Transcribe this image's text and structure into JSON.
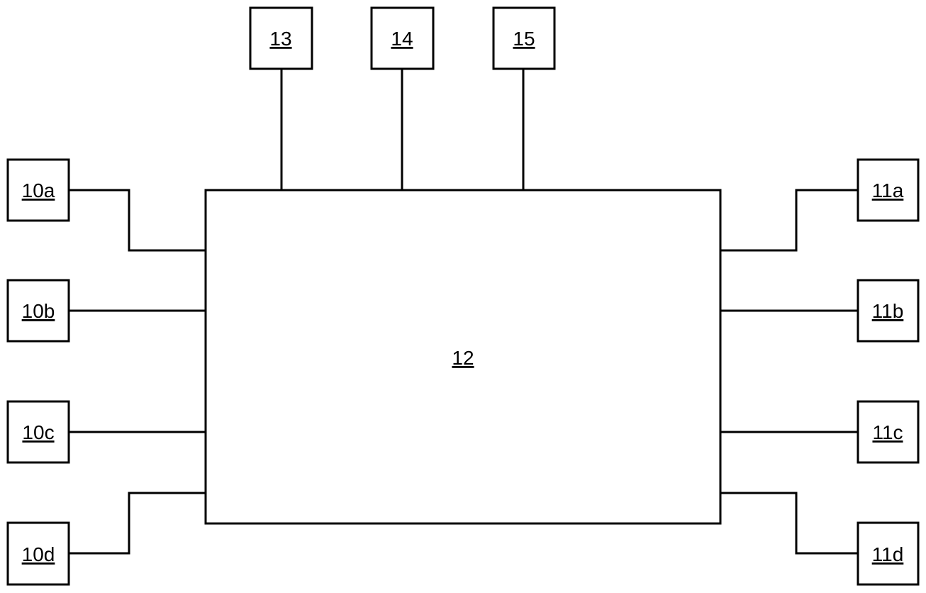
{
  "labels": {
    "center": "12",
    "top": [
      "13",
      "14",
      "15"
    ],
    "left": [
      "10a",
      "10b",
      "10c",
      "10d"
    ],
    "right": [
      "11a",
      "11b",
      "11c",
      "11d"
    ]
  },
  "colors": {
    "stroke": "#000000",
    "background": "#ffffff"
  }
}
